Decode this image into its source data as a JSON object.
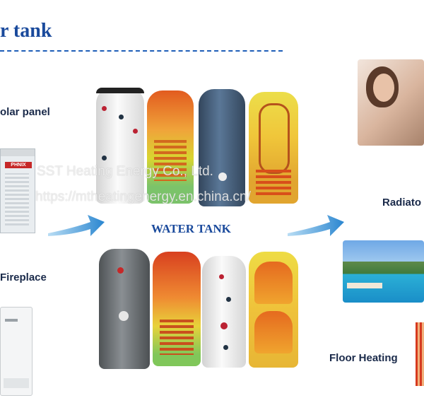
{
  "header": {
    "title": "r tank"
  },
  "left_labels": {
    "solar": "olar panel",
    "fireplace": "Fireplace"
  },
  "center_label": "WATER TANK",
  "right_labels": {
    "radiator": "Radiato",
    "floor": "Floor Heating"
  },
  "heat_pump_brand": "PHNIX",
  "watermark": {
    "line1": "SST Heating Energy Co., Ltd.",
    "line2": "https://mtheatingenergy.en.china.cn/"
  },
  "colors": {
    "accent": "#1a4a9c",
    "arrow": "#2f8fd6"
  }
}
